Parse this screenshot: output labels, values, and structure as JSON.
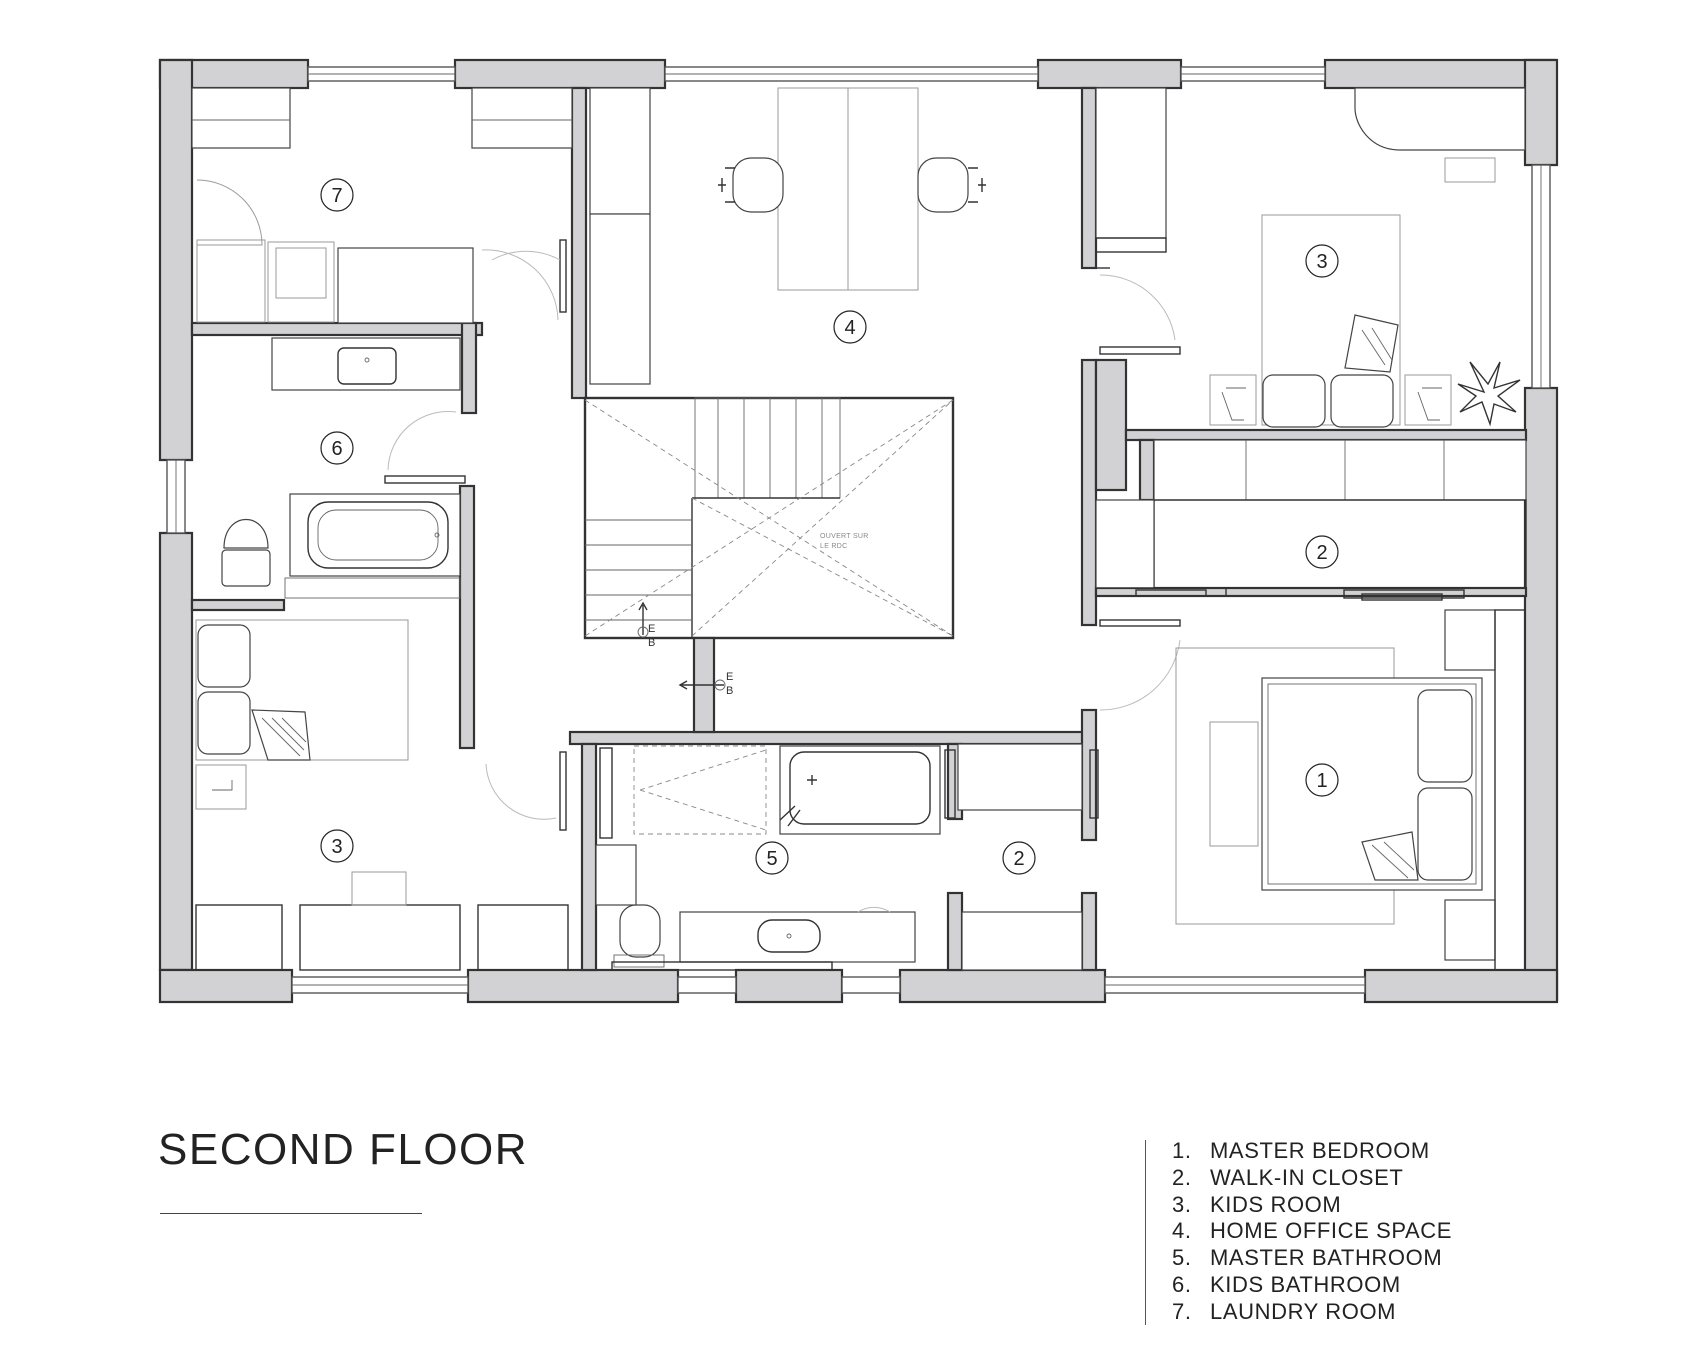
{
  "title": "SECOND FLOOR",
  "legend": [
    {
      "num": "1.",
      "label": "MASTER BEDROOM"
    },
    {
      "num": "2.",
      "label": "WALK-IN CLOSET"
    },
    {
      "num": "3.",
      "label": "KIDS ROOM"
    },
    {
      "num": "4.",
      "label": "HOME OFFICE SPACE"
    },
    {
      "num": "5.",
      "label": "MASTER BATHROOM"
    },
    {
      "num": "6.",
      "label": "KIDS BATHROOM"
    },
    {
      "num": "7.",
      "label": "LAUNDRY ROOM"
    }
  ],
  "room_tags": [
    {
      "id": "master-bedroom",
      "text": "1"
    },
    {
      "id": "walk-in-closet-east",
      "text": "2"
    },
    {
      "id": "walk-in-closet-south",
      "text": "2"
    },
    {
      "id": "kids-room-east",
      "text": "3"
    },
    {
      "id": "kids-room-west",
      "text": "3"
    },
    {
      "id": "home-office",
      "text": "4"
    },
    {
      "id": "master-bathroom",
      "text": "5"
    },
    {
      "id": "kids-bathroom",
      "text": "6"
    },
    {
      "id": "laundry-room",
      "text": "7"
    }
  ],
  "stair_note": [
    "OUVERT SUR",
    "LE RDC"
  ],
  "section_marks": [
    {
      "top": "E",
      "bottom": "B"
    },
    {
      "top": "E",
      "bottom": "B"
    }
  ]
}
